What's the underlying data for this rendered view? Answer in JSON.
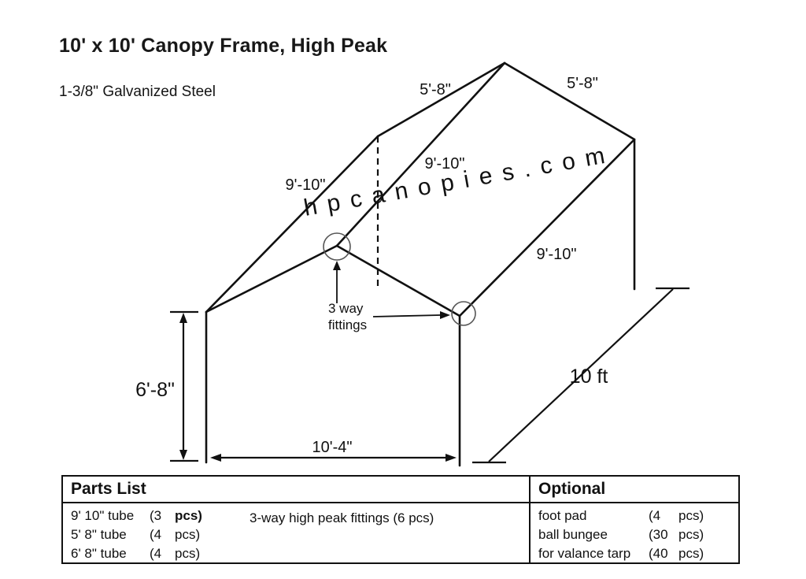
{
  "page": {
    "title": "10' x 10' Canopy Frame, High Peak",
    "subtitle": "1-3/8\" Galvanized Steel"
  },
  "diagram": {
    "watermark": "hpcanopies.com",
    "labels": {
      "rear_left_slope": "5'-8\"",
      "rear_right_slope": "5'-8\"",
      "left_eave": "9'-10\"",
      "ridge": "9'-10\"",
      "right_eave": "9'-10\"",
      "post_height": "6'-8\"",
      "front_width": "10'-4\"",
      "depth": "10 ft",
      "fittings_note_line1": "3 way",
      "fittings_note_line2": "fittings"
    }
  },
  "parts_table": {
    "parts": {
      "header": "Parts List",
      "items": [
        {
          "name": "9' 10\" tube",
          "qty": "(3",
          "unit": "pcs)"
        },
        {
          "name": "5' 8\" tube",
          "qty": "(4",
          "unit": "pcs)"
        },
        {
          "name": "6' 8\" tube",
          "qty": "(4",
          "unit": "pcs)"
        }
      ],
      "fittings_item": "3-way high peak fittings (6 pcs)"
    },
    "optional": {
      "header": "Optional",
      "items": [
        {
          "name": "foot pad",
          "qty": "(4",
          "unit": "pcs)"
        },
        {
          "name": "ball bungee",
          "qty": "(30",
          "unit": "pcs)"
        },
        {
          "name": "for valance tarp",
          "qty": "(40",
          "unit": "pcs)"
        }
      ]
    }
  }
}
